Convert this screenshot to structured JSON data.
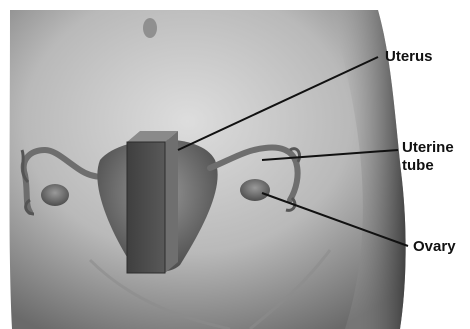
{
  "labels": {
    "uterus": "Uterus",
    "uterine_tube_line1": "Uterine",
    "uterine_tube_line2": "tube",
    "ovary": "Ovary"
  },
  "colors": {
    "background": "#ffffff",
    "skin_light": "#d8d8d8",
    "skin_mid": "#a9a9a9",
    "skin_dark": "#5e5e5e",
    "block_front": "#4a4a4a",
    "block_side": "#777777",
    "leader_line": "#111111"
  }
}
